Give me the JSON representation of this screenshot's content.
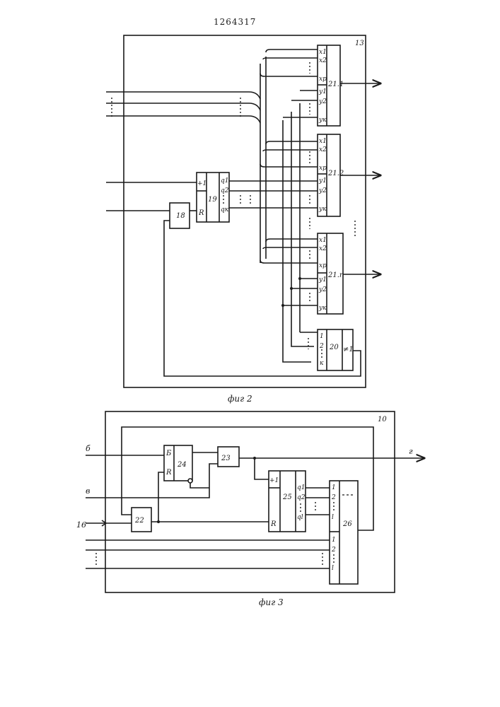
{
  "patent_number": "1264317",
  "fig2": {
    "caption": "фиг 2",
    "block_label": "13",
    "counter": {
      "label": "19",
      "inc": "+1",
      "reset": "R",
      "q1": "q1",
      "q2": "q2",
      "qk": "qк"
    },
    "block18": "18",
    "comparator_inputs": [
      "x1",
      "x2",
      "xp",
      "y1",
      "y2",
      "yк"
    ],
    "comparators": [
      "21.1",
      "21.2",
      "21.r"
    ],
    "decoder": {
      "label": "20",
      "output": "≠1",
      "inputs": [
        "1",
        "2",
        "к"
      ]
    }
  },
  "fig3": {
    "caption": "фиг 3",
    "block_label": "10",
    "inputs": {
      "b": "б",
      "v": "в",
      "i16": "16"
    },
    "output": "г",
    "trigger": {
      "label": "24",
      "set": "Б",
      "reset": "R"
    },
    "block22": "22",
    "block23": "23",
    "counter": {
      "label": "25",
      "inc": "+1",
      "reset": "R",
      "q1": "q1",
      "q2": "q2",
      "ql": "ql"
    },
    "block26": {
      "label": "26",
      "top": [
        "1",
        "2",
        "l"
      ],
      "bottom": [
        "1",
        "2",
        "l"
      ]
    }
  }
}
